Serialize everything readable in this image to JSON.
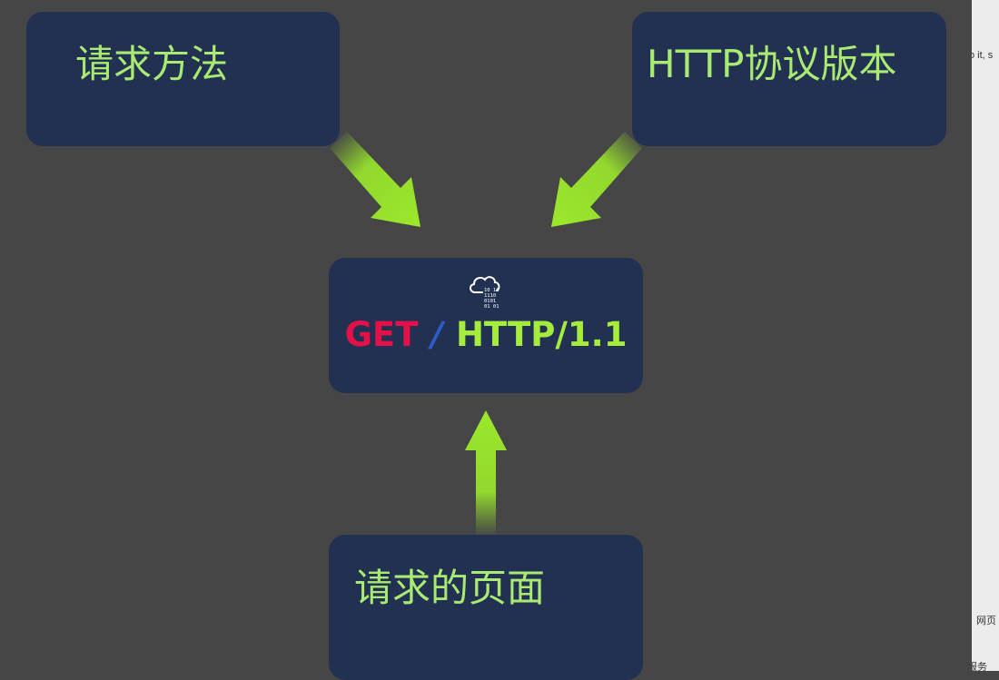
{
  "labels": {
    "method": "请求方法",
    "version": "HTTP协议版本",
    "page": "请求的页面"
  },
  "request_line": {
    "method": "GET",
    "separator": "/",
    "version": "HTTP/1.1"
  },
  "icons": {
    "cloud": "cloud-data-icon"
  },
  "colors": {
    "background": "#464646",
    "box": "#223152",
    "label": "#a8ea72",
    "method": "#e31147",
    "separator": "#2e5bc8",
    "version": "#a6ec3c",
    "arrow": "#9be82b"
  },
  "side_strip": {
    "text_top": "o it, s",
    "text_middle": "网页",
    "text_bottom": "服务"
  }
}
